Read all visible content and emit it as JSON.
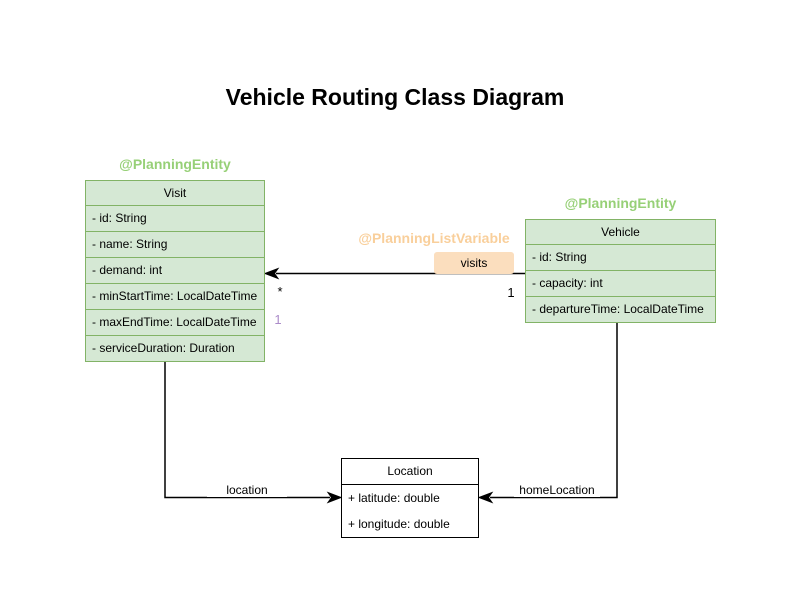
{
  "title": "Vehicle Routing Class Diagram",
  "colors": {
    "class_fill": "#d5e8d4",
    "class_stroke": "#82b366",
    "entity_annotation_text": "#97d077",
    "list_variable_annotation_text": "#f9cf9b",
    "visits_label_bg": "#fbdebe",
    "secondary_multiplicity_text": "#ab8bc9",
    "plain_class_fill": "#ffffff",
    "line_color": "#000000"
  },
  "classes": {
    "visit": {
      "annotation": "@PlanningEntity",
      "name": "Visit",
      "attributes": [
        "- id: String",
        "- name: String",
        "- demand: int",
        "- minStartTime: LocalDateTime",
        "- maxEndTime: LocalDateTime",
        "- serviceDuration: Duration"
      ]
    },
    "vehicle": {
      "annotation": "@PlanningEntity",
      "name": "Vehicle",
      "attributes": [
        "- id: String",
        "- capacity: int",
        "- departureTime: LocalDateTime"
      ]
    },
    "location": {
      "name": "Location",
      "attributes": [
        "+ latitude: double",
        "+ longitude: double"
      ]
    }
  },
  "relationships": {
    "visits": {
      "annotation": "@PlanningListVariable",
      "label": "visits",
      "source": "Vehicle",
      "target": "Visit",
      "source_multiplicity": "1",
      "target_multiplicity": "*",
      "secondary_multiplicity": "1"
    },
    "location": {
      "label": "location",
      "source": "Visit",
      "target": "Location"
    },
    "homeLocation": {
      "label": "homeLocation",
      "source": "Vehicle",
      "target": "Location"
    }
  }
}
